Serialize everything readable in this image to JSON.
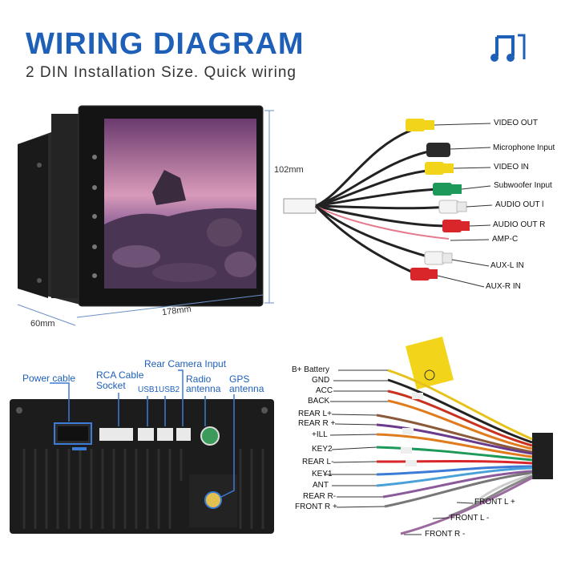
{
  "header": {
    "title": "WIRING DIAGRAM",
    "subtitle": "2 DIN Installation Size. Quick wiring",
    "brand_icon": "music-note-icon"
  },
  "dimensions": {
    "height": "102mm",
    "width": "178mm",
    "depth": "60mm"
  },
  "rca_labels": [
    "VIDEO OUT",
    "Microphone Input",
    "VIDEO IN",
    "Subwoofer Input",
    "AUDIO OUT l",
    "AUDIO OUT R",
    "AMP-C",
    "AUX-L IN",
    "AUX-R IN"
  ],
  "back_labels": {
    "power_cable": "Power cable",
    "rca_cable": "RCA Cable",
    "rca_socket": "Socket",
    "usb1": "USB1",
    "usb2": "USB2",
    "rear_camera": "Rear Camera Input",
    "radio_antenna_1": "Radio",
    "radio_antenna_2": "antenna",
    "gps_antenna_1": "GPS",
    "gps_antenna_2": "antenna"
  },
  "harness_labels": [
    "B+ Battery",
    "GND",
    "ACC",
    "BACK",
    "REAR L+",
    "REAR R +",
    "+ILL",
    "KEY2",
    "REAR L-",
    "KEY1",
    "ANT",
    "REAR R-",
    "FRONT R +"
  ],
  "front_labels": [
    "FRONT L +",
    "FRONT L -",
    "FRONT R -"
  ],
  "colors": {
    "accent": "#1e5fb8",
    "rca_yellow": "#f2d41b",
    "rca_red": "#d8262b",
    "rca_white": "#f3f3f3",
    "rca_green": "#1d9a5a"
  }
}
